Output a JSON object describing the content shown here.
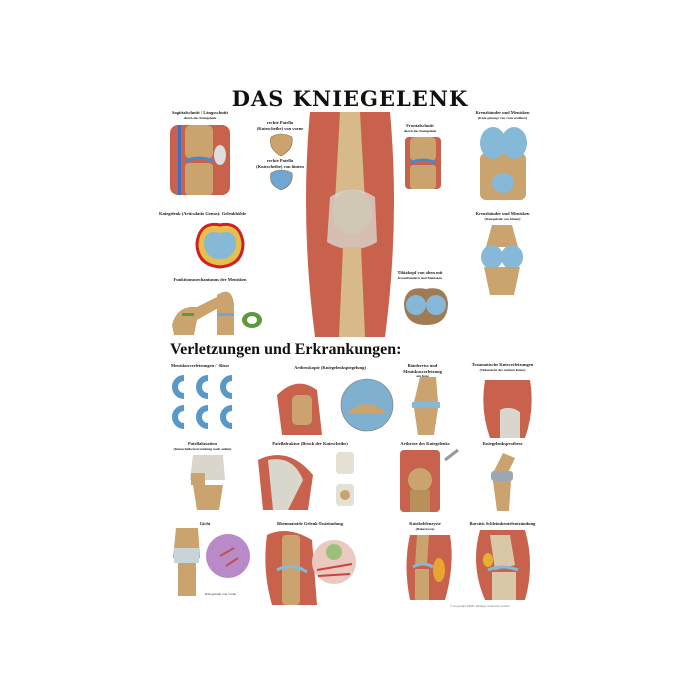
{
  "title": "DAS KNIEGELENK",
  "sections_top": {
    "sagittal": {
      "title": "Sagittalschnitt / Längsschnitt",
      "sub": "durch das Kniegelenk"
    },
    "patella_front": "rechte Patella (Kniescheibe) von vorne",
    "patella_back": "rechte Patella (Kniescheibe) von hinten",
    "frontal": {
      "title": "Frontalschnitt",
      "sub": "durch das Kniegelenk"
    },
    "cruciate_front": {
      "title": "Kreuzbänder und Menisken",
      "sub": "(Knie gebeugt von vorn eröffnet)"
    },
    "joint_cavity": "Kniegelenk (Articulatio Genus): Gelenkhöhle",
    "meniscus_function": "Funktionsmechanismus der Menisken",
    "cruciate_back": {
      "title": "Kreuzbänder und Menisken",
      "sub": "(Kniegelenk von hinten)"
    },
    "tibia_head": {
      "title": "Tibiakopf von oben mit",
      "sub": "Kreuzbändern und Menisken"
    }
  },
  "injuries_heading": "Verletzungen und Erkrankungen:",
  "sections_bottom": {
    "meniscus_injuries": "Meniskusverletzungen / -Risse",
    "arthroscopy": "Arthroskopie (Kniegelenkspiegelung)",
    "ligament_tear": {
      "title": "Bänderriss und Meniskusverletzung",
      "sub": "am Knie"
    },
    "traumatic": {
      "title": "Traumatische Knieverletzungen",
      "sub": "(Teilansicht des rechten Knies)"
    },
    "patella_luxation": {
      "title": "Patellaluxation",
      "sub": "(Kniescheibenverrenkung nach außen)"
    },
    "patella_fracture": "Patellafraktur (Bruch der Kniescheibe)",
    "arthrosis": "Arthrose des Kniegelenks",
    "prosthesis": "Kniegelenksprothese",
    "gout": "Gicht",
    "rheumatoid": "Rheumatoide Gelenk-Entzündung",
    "baker_cyst": {
      "title": "Kniekehlenzyste",
      "sub": "(Bakerzyste)"
    },
    "bursitis": "Bursitis Schleimbeutelentzündung"
  },
  "gout_caption": "Kniegelenk von vorne",
  "copyright": "© Copyright 1998 / Rüdiger Anatomie GmbH",
  "colors": {
    "bone": "#caa36e",
    "muscle": "#c8624c",
    "cartilage": "#86b8d8",
    "ligament": "#d9d6cc"
  }
}
